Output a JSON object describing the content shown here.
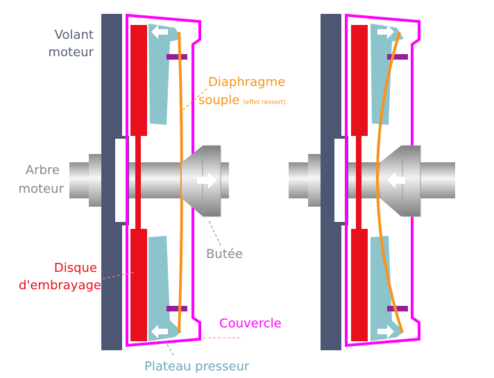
{
  "labels": {
    "volant_l1": "Volant",
    "volant_l2": "moteur",
    "diaphragme_l1": "Diaphragme",
    "diaphragme_l2": "souple",
    "diaphragme_note": "(effet ressort)",
    "arbre_l1": "Arbre",
    "arbre_l2": "moteur",
    "butee": "Butée",
    "disque_l1": "Disque",
    "disque_l2": "d'embrayage",
    "couvercle": "Couvercle",
    "plateau": "Plateau presseur"
  },
  "colors": {
    "flywheel": "#4d5673",
    "disc": "#e8101d",
    "pressure_plate": "#8cc4cc",
    "cover": "#ff00ff",
    "diaphragm": "#f7941d",
    "bolt": "#9b1c9b",
    "shaft_dark": "#9a9a9a",
    "shaft_light": "#f4f4f4",
    "label_gray": "#8a8a8a",
    "label_red": "#e8101d",
    "label_blue": "#6aa8c0",
    "label_flywheel": "#56607a"
  },
  "arrows": {
    "left_view": {
      "pressure_plate": "left",
      "bearing": "right"
    },
    "right_view": {
      "pressure_plate": "right",
      "bearing": "left"
    }
  }
}
